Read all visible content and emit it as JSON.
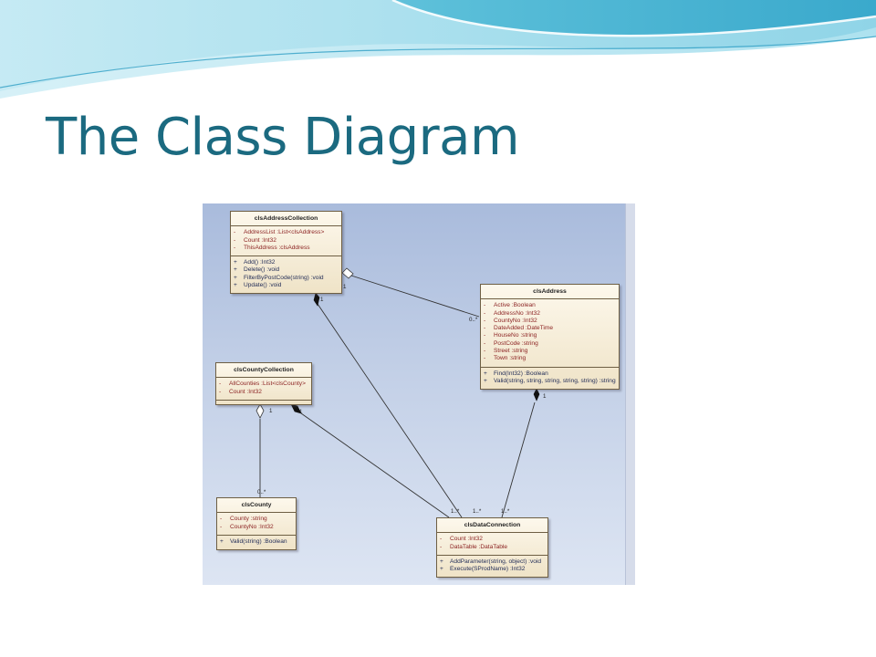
{
  "title": "The Class Diagram",
  "classes": {
    "address_collection": {
      "name": "clsAddressCollection",
      "attributes": [
        {
          "vis": "-",
          "text": "AddressList  :List<clsAddress>"
        },
        {
          "vis": "-",
          "text": "Count  :Int32"
        },
        {
          "vis": "-",
          "text": "ThisAddress  :clsAddress"
        }
      ],
      "operations": [
        {
          "vis": "+",
          "text": "Add()  :Int32"
        },
        {
          "vis": "+",
          "text": "Delete()  :void"
        },
        {
          "vis": "+",
          "text": "FilterByPostCode(string)  :void"
        },
        {
          "vis": "+",
          "text": "Update()  :void"
        }
      ]
    },
    "address": {
      "name": "clsAddress",
      "attributes": [
        {
          "vis": "-",
          "text": "Active  :Boolean"
        },
        {
          "vis": "-",
          "text": "AddressNo  :Int32"
        },
        {
          "vis": "-",
          "text": "CountyNo  :Int32"
        },
        {
          "vis": "-",
          "text": "DateAdded  :DateTime"
        },
        {
          "vis": "-",
          "text": "HouseNo  :string"
        },
        {
          "vis": "-",
          "text": "PostCode  :string"
        },
        {
          "vis": "-",
          "text": "Street  :string"
        },
        {
          "vis": "-",
          "text": "Town  :string"
        }
      ],
      "operations": [
        {
          "vis": "+",
          "text": "Find(Int32)  :Boolean"
        },
        {
          "vis": "+",
          "text": "Valid(string, string, string, string, string)  :string"
        }
      ]
    },
    "county_collection": {
      "name": "clsCountyCollection",
      "attributes": [
        {
          "vis": "-",
          "text": "AllCounties  :List<clsCounty>"
        },
        {
          "vis": "-",
          "text": "Count  :Int32"
        }
      ],
      "operations": []
    },
    "county": {
      "name": "clsCounty",
      "attributes": [
        {
          "vis": "-",
          "text": "County  :string"
        },
        {
          "vis": "-",
          "text": "CountyNo  :Int32"
        }
      ],
      "operations": [
        {
          "vis": "+",
          "text": "Valid(string)  :Boolean"
        }
      ]
    },
    "data_connection": {
      "name": "clsDataConnection",
      "attributes": [
        {
          "vis": "-",
          "text": "Count  :Int32"
        },
        {
          "vis": "-",
          "text": "DataTable  :DataTable"
        }
      ],
      "operations": [
        {
          "vis": "+",
          "text": "AddParameter(string, object)  :void"
        },
        {
          "vis": "+",
          "text": "Execute(SProdName)  :Int32"
        }
      ]
    }
  },
  "multiplicities": {
    "addrcoll_to_address_source": "1",
    "addrcoll_to_address_target": "0..*",
    "addrcoll_to_dataconn_source": "1",
    "addrcoll_to_dataconn_target": "1..*",
    "address_to_dataconn_source": "1",
    "address_to_dataconn_target": "1..*",
    "countycoll_to_county_source": "1",
    "countycoll_to_county_target": "0..*",
    "countycoll_to_dataconn_source": "1",
    "countycoll_to_dataconn_target": "1..*"
  }
}
